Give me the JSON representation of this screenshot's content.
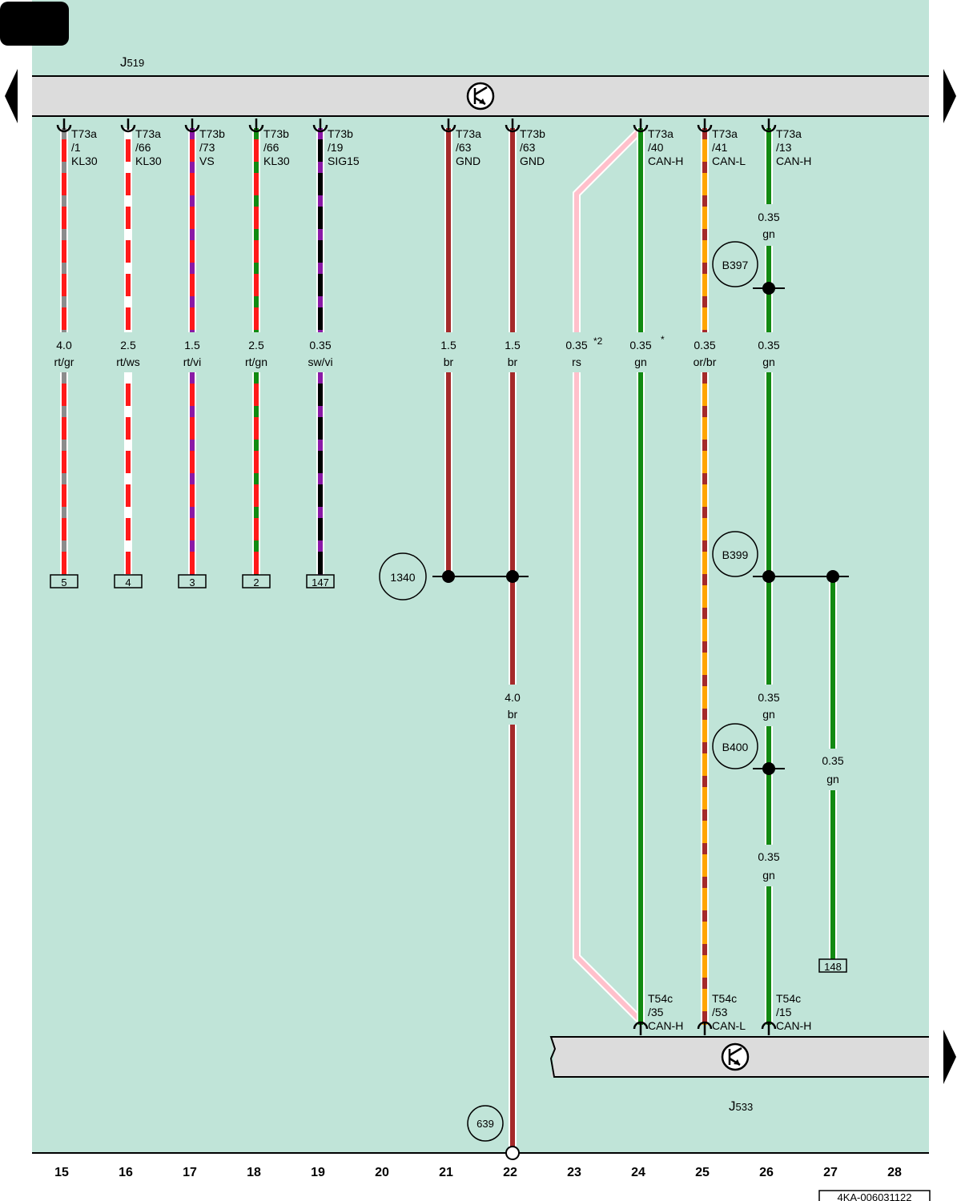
{
  "colors": {
    "background": "#c0e4d8",
    "module_bar": "#dcdcdc",
    "rt": "#ff1a1a",
    "gr": "#8c8c8c",
    "ws": "#ffffff",
    "vi": "#8a1aa6",
    "gn": "#128a12",
    "sw": "#000000",
    "br": "#a52a2a",
    "rs": "#ffc0cb",
    "or": "#ffa500"
  },
  "modules": [
    {
      "id": "J519",
      "prefix": "J",
      "sub": "519"
    },
    {
      "id": "J533",
      "prefix": "J",
      "sub": "533"
    }
  ],
  "wires": [
    {
      "col": "15",
      "pin": [
        "T73a",
        "/1",
        "KL30"
      ],
      "gauge": "4.0",
      "color": "rt/gr",
      "terminal": "5"
    },
    {
      "col": "16",
      "pin": [
        "T73a",
        "/66",
        "KL30"
      ],
      "gauge": "2.5",
      "color": "rt/ws",
      "terminal": "4"
    },
    {
      "col": "17",
      "pin": [
        "T73b",
        "/73",
        "VS"
      ],
      "gauge": "1.5",
      "color": "rt/vi",
      "terminal": "3"
    },
    {
      "col": "18",
      "pin": [
        "T73b",
        "/66",
        "KL30"
      ],
      "gauge": "2.5",
      "color": "rt/gn",
      "terminal": "2"
    },
    {
      "col": "19",
      "pin": [
        "T73b",
        "/19",
        "SIG15"
      ],
      "gauge": "0.35",
      "color": "sw/vi",
      "terminal": "147"
    },
    {
      "col": "21",
      "pin": [
        "T73a",
        "/63",
        "GND"
      ],
      "gauge": "1.5",
      "color": "br"
    },
    {
      "col": "22",
      "pin": [
        "T73b",
        "/63",
        "GND"
      ],
      "gauge": "1.5",
      "color": "br",
      "gauge2": "4.0",
      "color2": "br",
      "ground": "639"
    },
    {
      "col": "23",
      "gauge": "0.35",
      "color": "rs",
      "note": "*2"
    },
    {
      "col": "24",
      "pin": [
        "T73a",
        "/40",
        "CAN-H"
      ],
      "gauge": "0.35",
      "color": "gn",
      "note": "*",
      "pin2": [
        "T54c",
        "/35",
        "CAN-H"
      ]
    },
    {
      "col": "25",
      "pin": [
        "T73a",
        "/41",
        "CAN-L"
      ],
      "gauge": "0.35",
      "color": "or/br",
      "pin2": [
        "T54c",
        "/53",
        "CAN-L"
      ]
    },
    {
      "col": "26",
      "pin": [
        "T73a",
        "/13",
        "CAN-H"
      ],
      "gauge": "0.35",
      "color": "gn",
      "pin2": [
        "T54c",
        "/15",
        "CAN-H"
      ]
    },
    {
      "col": "27",
      "gauge": "0.35",
      "color": "gn",
      "terminal": "148"
    }
  ],
  "segment_labels": [
    {
      "gauge": "0.35",
      "color": "gn"
    },
    {
      "gauge": "0.35",
      "color": "gn"
    },
    {
      "gauge": "0.35",
      "color": "gn"
    }
  ],
  "junctions": [
    "B397",
    "B399",
    "B400",
    "1340"
  ],
  "columns": [
    "15",
    "16",
    "17",
    "18",
    "19",
    "20",
    "21",
    "22",
    "23",
    "24",
    "25",
    "26",
    "27",
    "28"
  ],
  "drawing_number": "4KA-006031122"
}
